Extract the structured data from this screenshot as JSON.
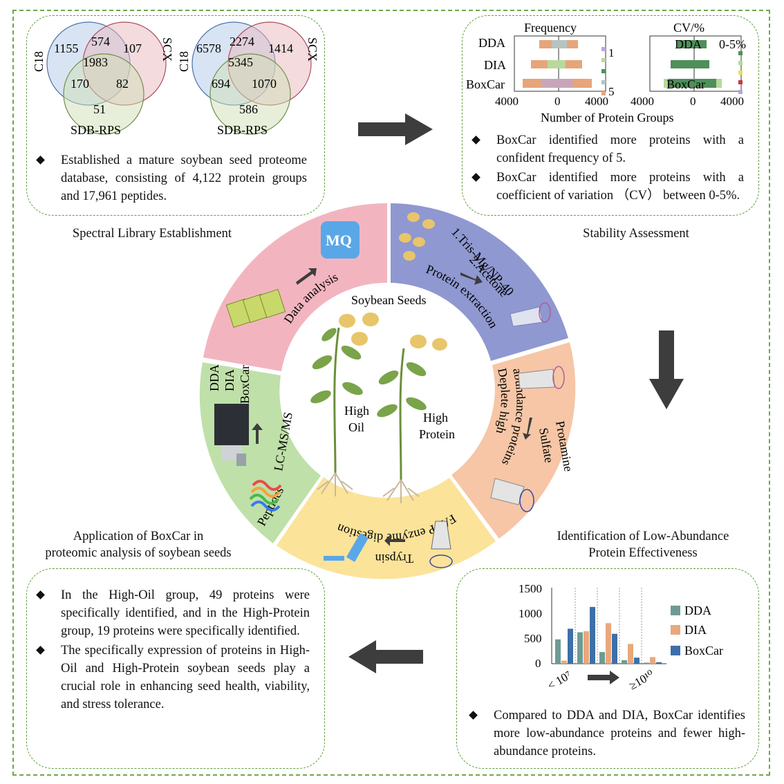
{
  "sections": {
    "library_title": "Spectral Library Establishment",
    "stability_title": "Stability Assessment",
    "low_abundance_title_l1": "Identification of Low-Abundance",
    "low_abundance_title_l2": "Protein Effectiveness",
    "application_title_l1": "Application of BoxCar in",
    "application_title_l2": "proteomic analysis of soybean seeds"
  },
  "venn": {
    "left": {
      "top_left_label": "C18",
      "right_label": "SCX",
      "bottom_label": "SDB-RPS",
      "c18_only": "1155",
      "c18_scx": "574",
      "scx_only": "107",
      "all": "1983",
      "c18_sdb": "170",
      "scx_sdb": "82",
      "sdb_only": "51"
    },
    "right": {
      "top_left_label": "C18",
      "right_label": "SCX",
      "bottom_label": "SDB-RPS",
      "c18_only": "6578",
      "c18_scx": "2274",
      "scx_only": "1414",
      "all": "5345",
      "c18_sdb": "694",
      "scx_sdb": "1070",
      "sdb_only": "586"
    }
  },
  "library_bullets": [
    "Established a mature soybean  seed proteome database, consisting of 4,122 protein groups and 17,961 peptides."
  ],
  "stability_bullets": [
    "BoxCar identified more proteins with a confident frequency of 5.",
    "BoxCar identified more proteins with a coefficient of variation （CV） between 0-5%."
  ],
  "stability_chart": {
    "freq_title": "Frequency",
    "cv_title": "CV/%",
    "xlabel": "Number of Protein Groups",
    "rows": [
      "DDA",
      "DIA",
      "BoxCar"
    ],
    "tick_left": "4000",
    "tick_zero": "0",
    "tick_right": "4000",
    "freq_legend": [
      "1",
      "5"
    ],
    "cv_legend": "0-5%",
    "colors": {
      "orange": "#e6a57a",
      "green": "#4f8f5a",
      "lightgreen": "#b8d99a",
      "purple": "#b9a6d6",
      "grey": "#b5c4c0"
    }
  },
  "wheel": {
    "center_title": "Soybean Seeds",
    "high_oil_l1": "High",
    "high_oil_l2": "Oil",
    "high_protein_l1": "High",
    "high_protein_l2": "Protein",
    "protein_extraction": "Protein extraction",
    "reagent1": "1.Tris-Mg/NP-40",
    "reagent2": "2.Acetone",
    "deplete_l1": "Deplete high",
    "deplete_l2": "abundance proteins",
    "protamine_l1": "Protamine",
    "protamine_l2": "Sulfate",
    "fasp": "FASP enzyme digestion",
    "trypsin": "Trypsin",
    "lcms": "LC-MS/MS",
    "peptides": "Peptides",
    "methods": [
      "DDA",
      "DIA",
      "BoxCar"
    ],
    "data_analysis": "Data analysis",
    "mq_logo": "MQ",
    "colors": {
      "pink": "#f2b5c0",
      "blue": "#8f98d0",
      "peach": "#f6c6a6",
      "yellow": "#fbe39a",
      "green": "#bfe0a8"
    }
  },
  "bar_chart": {
    "legend": [
      "DDA",
      "DIA",
      "BoxCar"
    ],
    "y_ticks": [
      "1500",
      "1000",
      "500",
      "0"
    ],
    "x_left": "< 10⁷",
    "x_right": "≥10¹⁰",
    "colors": [
      "#6f9a94",
      "#e8a87c",
      "#3d6fa8"
    ]
  },
  "chart_data": {
    "type": "bar",
    "categories": [
      "< 10⁷",
      "",
      "",
      "",
      "≥10¹⁰"
    ],
    "series": [
      {
        "name": "DDA",
        "values": [
          480,
          620,
          230,
          70,
          20
        ]
      },
      {
        "name": "DIA",
        "values": [
          60,
          640,
          800,
          390,
          130
        ]
      },
      {
        "name": "BoxCar",
        "values": [
          690,
          1120,
          590,
          120,
          30
        ]
      }
    ],
    "ylim": [
      0,
      1500
    ]
  },
  "low_abundance_bullets": [
    "Compared to DDA and DIA, BoxCar identifies more low-abundance proteins and fewer high-abundance proteins."
  ],
  "application_bullets": [
    "In the High-Oil group, 49 proteins were specifically identified, and in the High-Protein group, 19 proteins were specifically identified.",
    "The specifically expression of proteins in High-Oil and High-Protein soybean seeds play a crucial role in enhancing seed health, viability, and stress tolerance."
  ]
}
